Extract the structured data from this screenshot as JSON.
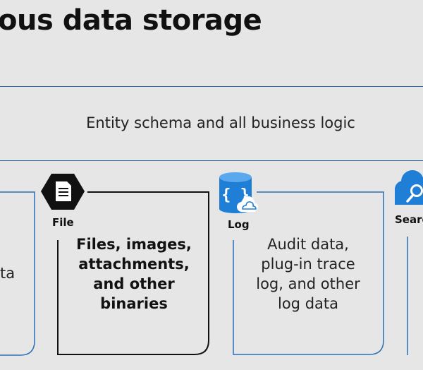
{
  "title": "ous data storage",
  "entity_band": {
    "label": "Entity schema and all business logic"
  },
  "left_box": {
    "text_fragment": "ta"
  },
  "file_box": {
    "icon_label": "File",
    "lines": [
      "Files, images,",
      "attachments,",
      "and other",
      "binaries"
    ]
  },
  "log_box": {
    "icon_label": "Log",
    "lines": [
      "Audit data,",
      "plug-in trace",
      "log, and other",
      "log data"
    ]
  },
  "search_box": {
    "icon_label": "Searc"
  },
  "colors": {
    "blue": "#2a6fb5",
    "icon_blue": "#1f7fd6",
    "black": "#111111",
    "background": "#e6e6e6"
  },
  "icons": [
    "document-icon",
    "database-cloud-icon",
    "cloud-search-icon"
  ]
}
